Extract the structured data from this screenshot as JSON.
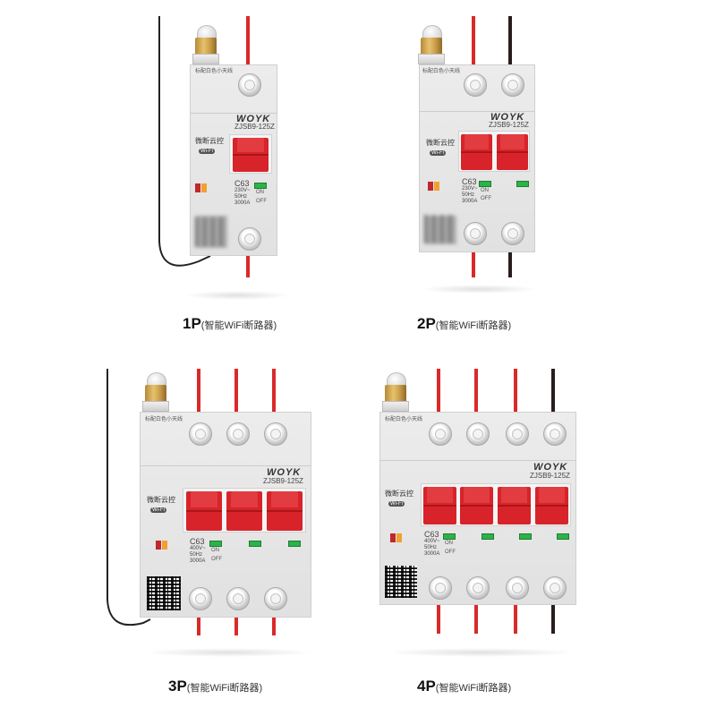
{
  "products": [
    {
      "id": "1p",
      "poles": "1P",
      "variant": "(智能WiFi断路器)"
    },
    {
      "id": "2p",
      "poles": "2P",
      "variant": "(智能WiFi断路器)"
    },
    {
      "id": "3p",
      "poles": "3P",
      "variant": "(智能WiFi断路器)"
    },
    {
      "id": "4p",
      "poles": "4P",
      "variant": "(智能WiFi断路器)"
    }
  ],
  "device": {
    "brand": "WOYK",
    "model": "ZJSB9-125Z",
    "antenna_note": "标配白色小天线",
    "cloud_logo": "微断云控",
    "wifi": "Wi-Fi",
    "current": "C63",
    "voltage_1p": "230V~",
    "voltage_3p": "400V~",
    "frequency": "50Hz",
    "breaking": "3000A",
    "on_label": "ON",
    "off_label": "OFF"
  },
  "colors": {
    "live_wire": "#d92a2a",
    "neutral_wire": "#2a1d1d",
    "handle": "#d8232a",
    "housing": "#e6e6e6"
  }
}
